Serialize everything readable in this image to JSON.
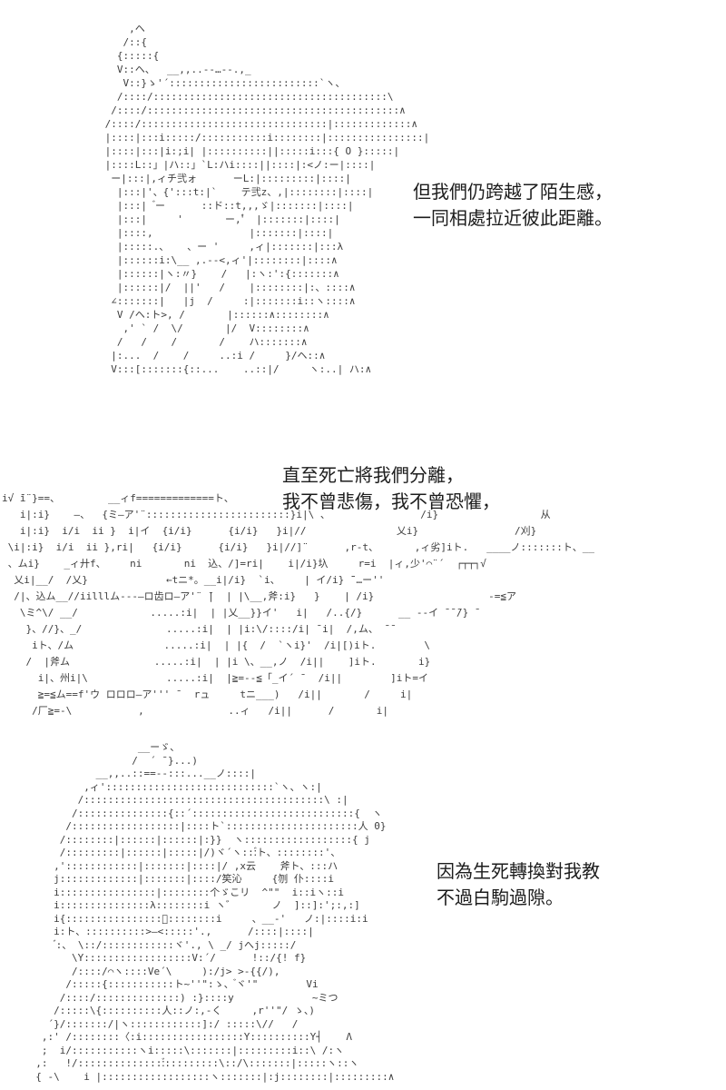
{
  "page": {
    "background_color": "#ffffff",
    "caption_color": "#1c1c1c",
    "art_color": "#3d3d3d"
  },
  "panels": [
    {
      "caption_lines": [
        "但我們仍跨越了陌生感，",
        "一同相處拉近彼此距離。"
      ],
      "art": [
        "             ,ヘ",
        "            /::{",
        "           {:::::{",
        "           V::ヘ、  __,,..-‐…‐-.,_",
        "            V::}ゝ'´:::::::::::::::::::::::::`ヽ、",
        "           /::::/:::::::::::::::::::::::::::::::::::::::\\",
        "          /::::/::::::::::::::::::::::::::::::::::::::::::∧",
        "         /::::/:::::::::::::::::::::::::::::::|:::::::::::::∧",
        "         |::::|:::i:::::/:::::::::::i::::::::|::::::::::::::::|",
        "         |::::|:::|i:;i| |::::::::::||:::::i:::{ O }:::::|",
        "         |::::L::」|ハ::」`L:ハi::::||::::|:<ノ:ー|::::|",
        "          ー|:::|,ィチ弐ォ      ーL:|:::::::::|::::|",
        "           |:::|'、{':::t:|`    テ弐z、,|::::::::|::::|",
        "           |:::|  ゙ー      ::ド::t,,,ゞ|:::::::|::::|",
        "           |:::|     '       ー,'゙  |:::::::|::::|",
        "           |::::,                |:::::::|::::|",
        "           |:::::.、   、ー '     ,ィ|:::::::|:::λ",
        "           |::::::i:\\__ ,.-‐<,ィ'|::::::::|::::∧",
        "           |::::::|ヽ:〃}    /   |:ヽ:':{:::::::∧",
        "           |::::::|/  ||'   /    |::::::::|:、::::∧",
        "          ∠:::::::|   |j  /     :|:::::::i::ヽ::::∧",
        "           V /ヘ:ト>, /       |::::::∧::::::::∧",
        "            ,' ` /  \\/       |/  V::::::::∧",
        "           /   /    /       /    ハ:::::::∧",
        "          |:...  /    /     ..:i /     }/ヘ::∧",
        "          V:::[:::::::{::...    ..::|/     ヽ:..| ハ:∧"
      ]
    },
    {
      "caption_lines": [
        "直至死亡將我們分離，",
        "我不曾悲傷，我不曾恐懼，"
      ],
      "art": [
        "i√ ̄i¨}==、        __ィf=============ト、",
        "   i|:i}    ―、  {ミ―ア'¨::::::::::::::::::::::::}i|\\ 、               /i}                 从",
        "   i|:i}  i/i  ii }  i|イ  {i/i}      {i/i}   }i|//               乂i}                /刈}",
        " \\i|:i}  i/i  ii },ri|   {i/i}      {i/i}   }i|//]¨      ,r‐t、      ,ィ劣]iト.   ____ノ:::::::ト、__",
        " 、ムi}    _ィ廾f、    ni       ni  込、/]=ri|    i|/i}圦     r=i  |ィ,少'⌒¨´  ┌┬┬┐√",
        "  乂i|__/  /乂}             ←tニ*。__i|/i}  `i、    | イ/i} ̄¨…ー''",
        "  /|、込ム__//iilllム---―ロ齿ロ―ア'¨ ̄|  | |\\__,斧:i}   }    | /i}                   -=≦ア",
        "   \\ミ^\\/ __/            .....:i|  | |乂__}}イ'   i|   /..{/}      __ --イ ̄ ̄ ̄/} ̄",
        "    }、//}、_/              .....:i|  | |i:\\/::::/i| ̄ i|  /,ム、 ̄ ̄",
        "     iト、/ム               .....:i|  | |{  /  `ヽi}'  /i|[)iト.        \\",
        "    /  |斧ム              .....:i|  | |i \\、__,ノ  /i||    ]iト.       i}",
        "      i|、州i|\\             .....:i|  |≧=--≦「_イ´ ̄   /i||        ]iト=イ",
        "      ≧=≦ム==f'ウ ロロロ―ア''' ̄   rュ     tニ___)   /i||       /     i|",
        "     /厂≧=-\\           ,              ..ィ   /i||      /       i|"
      ]
    },
    {
      "caption_lines": [
        "因為生死轉換對我教",
        "不過白駒過隙。"
      ],
      "art": [
        "                   __ーゞ、",
        "                  /  ´ ̄ }...)",
        "            __,,..::==--:::...__ノ::::|",
        "          ,ィ'::::::::::::::::::::::::::::`ヽ、ヽ:|",
        "         /::::::::::::::::::::::::::::::::::::::::\\ :|",
        "        /:::::::::::::::{::´:::::::::::::::::::::::::::{  ヽ",
        "       /::::::::::::::::::|::::ト`::::::::::::::::::::::人 0}",
        "      /::::::::|::::::|::::::|:}}  ヽ::::::::::::::::::{ j",
        "      /:::::::::|::::::|:::::|/)ヾ´ヽ:::゙ト、::::::::'、",
        "     ,'::::::::::::|:::::::|::::|/ ,x云    斧ト、:::ハ",
        "     j:::::::::::::|:::::::|::::/笶沁     {刎 仆::::i",
        "     i::::::::::::::::|::::::::个ゞこリ  ^\"\"  i::iヽ::i",
        "     i:::::::::::::::λ::::::::i ヽ゛      ノ  ]::]:';:,:]",
        "     i{::::::::::::::::゙::::::::i     、__‐'   ノ:|::::i:i",
        "     i:ト、::::::::::>―<:::::'.,      /::::|::::|",
        "      ゙:、 \\::/::::::::::::ヾ'., \\ _/ jへj:::::/",
        "        \\Y::::::::::::::::::V:´/      !::/{! f}",
        "        /::::/⌒ヽ::::Ve´\\     ):/j> >-{{/),",
        "       /:::::{:::::::::::ト~''\":ゝ、 ゙ヾ'\"        Vi",
        "      /::::/::::::::::::::) :}::::y             ~ミつ",
        "     /:::::\\{::::::::::人::ノ:,-く     ,r''\"/ ゝ、)",
        "    ´}/:::::::/|ヽ::::::::::::]:/ :::::\\//   /",
        "   ,:' /::::::::〈:i:::::::::::::::::Y::::::::::Y┤    Λ",
        "   ;  i/:::::::::::ヽi:::::\\:::::::|:::::::::i::\\ /:ヽ",
        "  ,:   !/:::::::::::::::゙:::::::::\\::/\\:::::::|:::::ヽ::ヽ",
        "  { -\\    i |::::::::::::::::::ヽ:::::::|:j::::::::|:::::::::∧"
      ]
    }
  ]
}
